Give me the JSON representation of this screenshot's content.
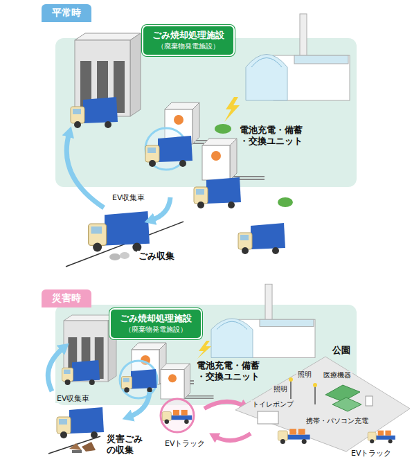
{
  "diagram": {
    "nodes": [
      {
        "text": [
          "平常時"
        ]
      },
      {
        "text": [
          "ごみ焼却処理施設",
          "（廃棄物発電施設）"
        ]
      },
      {
        "text": [
          "災害時"
        ]
      },
      {
        "text": [
          "ごみ焼却処理施設",
          "（廃棄物発電施設）"
        ]
      }
    ],
    "labels": [
      "電池充電・備蓄 ・交換ユニット",
      "EV収集車",
      "ごみ収集",
      "電池充電・備蓄 ・交換ユニット",
      "EV収集車",
      "災害ごみ の収集",
      "EVトラック",
      "公園",
      "照明",
      "医療機器",
      "照明",
      "トイレポンプ",
      "携帯・パソコン充電",
      "EVトラック"
    ]
  }
}
